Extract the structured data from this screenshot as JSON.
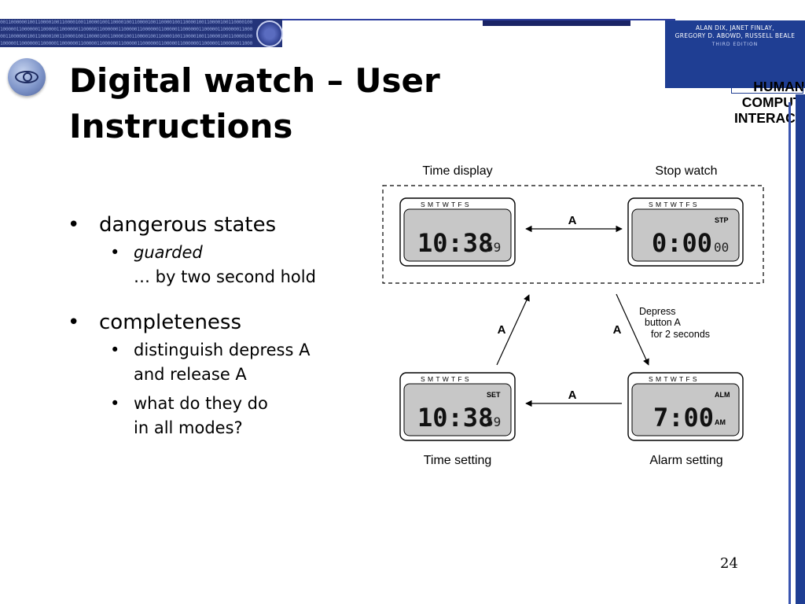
{
  "header": {
    "binary_rows": [
      "0011000000100110000100110000100110000100110000100110000100110000100110000100110000100110000100",
      "1000001100000011000001100000011000001100000011000001100000011000001100000011000001100000011000",
      "0011000000100110000100110000100110000100110000100110000100110000100110000100110000100110000100",
      "1000001100000011000001100000011000001100000011000001100000011000001100000011000001100000011000"
    ],
    "book": {
      "authors_line1": "ALAN DIX, JANET FINLAY,",
      "authors_line2": "GREGORY D. ABOWD, RUSSELL BEALE",
      "title_line1": "HUMAN-COMPUTER",
      "title_line2": "INTERACTION",
      "edition": "THIRD EDITION"
    }
  },
  "slide": {
    "title_line1": "Digital watch – User",
    "title_line2": "Instructions",
    "page_number": "24"
  },
  "bullets": {
    "b1": "dangerous states",
    "b1_sub1_em": "guarded",
    "b1_sub1_rest": "… by two second hold",
    "b2": "completeness",
    "b2_sub1_line1": "distinguish depress A",
    "b2_sub1_line2": "and release A",
    "b2_sub2_line1": "what do they do",
    "b2_sub2_line2": "in all modes?"
  },
  "diagram": {
    "days": "S M T W T F S",
    "labels": {
      "time_display": "Time display",
      "stop_watch": "Stop watch",
      "time_setting": "Time setting",
      "alarm_setting": "Alarm setting"
    },
    "watches": {
      "time_display": {
        "main": "10:38",
        "seconds": "59",
        "mode": ""
      },
      "stop_watch": {
        "main": "0:00",
        "seconds": "00",
        "mode": "STP"
      },
      "time_setting": {
        "main": "10:38",
        "seconds": "59",
        "mode": "SET"
      },
      "alarm_setting": {
        "main": "7:00",
        "seconds": "",
        "mode": "ALM",
        "ampm": "AM"
      }
    },
    "arrow_labels": {
      "top": "A",
      "bottom": "A",
      "left": "A",
      "right": "A"
    },
    "note_line1": "Depress",
    "note_line2": "button A",
    "note_line3": "for 2 seconds"
  },
  "colors": {
    "brand_blue": "#1f3e93",
    "lcd": "#c7c7c7"
  }
}
